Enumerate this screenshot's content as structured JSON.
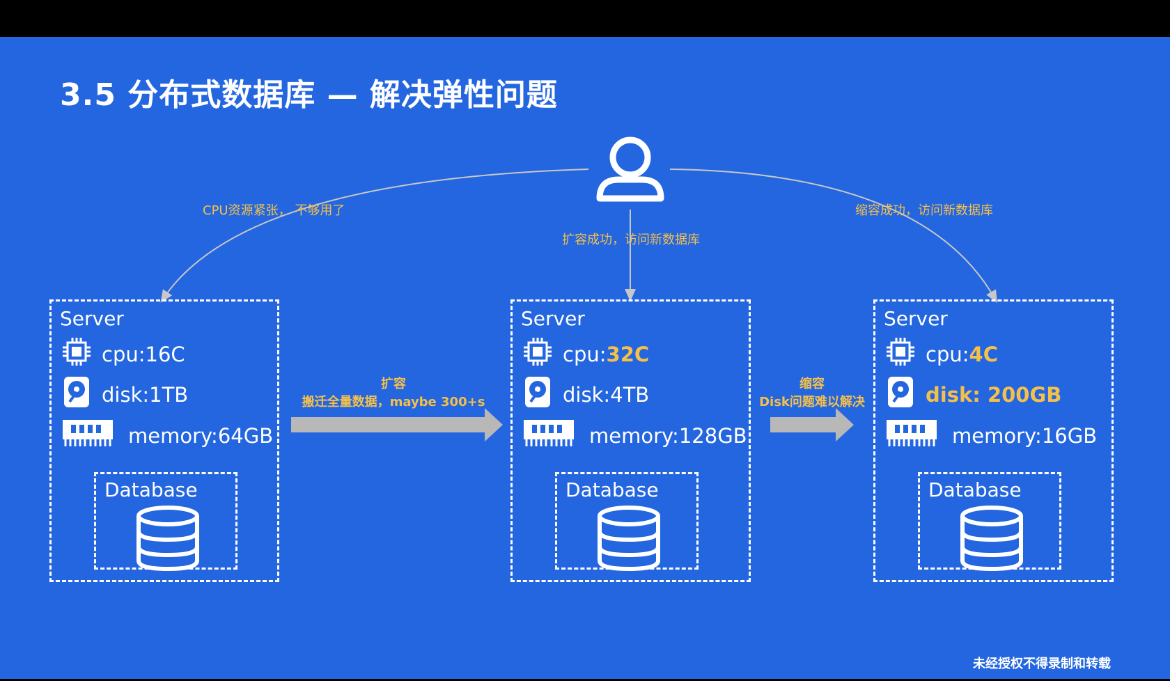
{
  "title": "3.5 分布式数据库 — 解决弹性问题",
  "user_icon": "user-icon",
  "annotations": {
    "left_arc": "CPU资源紧张， 不够用了",
    "center_line": "扩容成功，访问新数据库",
    "right_arc": "缩容成功，访问新数据库"
  },
  "arrows": [
    {
      "line1": "扩容",
      "line2": "搬迁全量数据，maybe 300+s"
    },
    {
      "line1": "缩容",
      "line2": "Disk问题难以解决"
    }
  ],
  "servers": [
    {
      "label": "Server",
      "cpu_prefix": "cpu: ",
      "cpu_value": "16C",
      "disk_prefix": "disk: ",
      "disk_value": "1TB",
      "memory_prefix": "memory: ",
      "memory_value": "64GB",
      "database_label": "Database"
    },
    {
      "label": "Server",
      "cpu_prefix": "cpu: ",
      "cpu_value": "32C",
      "disk_prefix": "disk: ",
      "disk_value": "4TB",
      "memory_prefix": "memory: ",
      "memory_value": "128GB",
      "database_label": "Database"
    },
    {
      "label": "Server",
      "cpu_prefix": "cpu: ",
      "cpu_value": "4C",
      "disk_label": "disk: 200GB",
      "memory_prefix": "memory: ",
      "memory_value": "16GB",
      "database_label": "Database"
    }
  ],
  "watermark": "未经授权不得录制和转载",
  "colors": {
    "background": "#2366e0",
    "highlight": "#f5c04a",
    "arrow": "#b8b8b8"
  }
}
